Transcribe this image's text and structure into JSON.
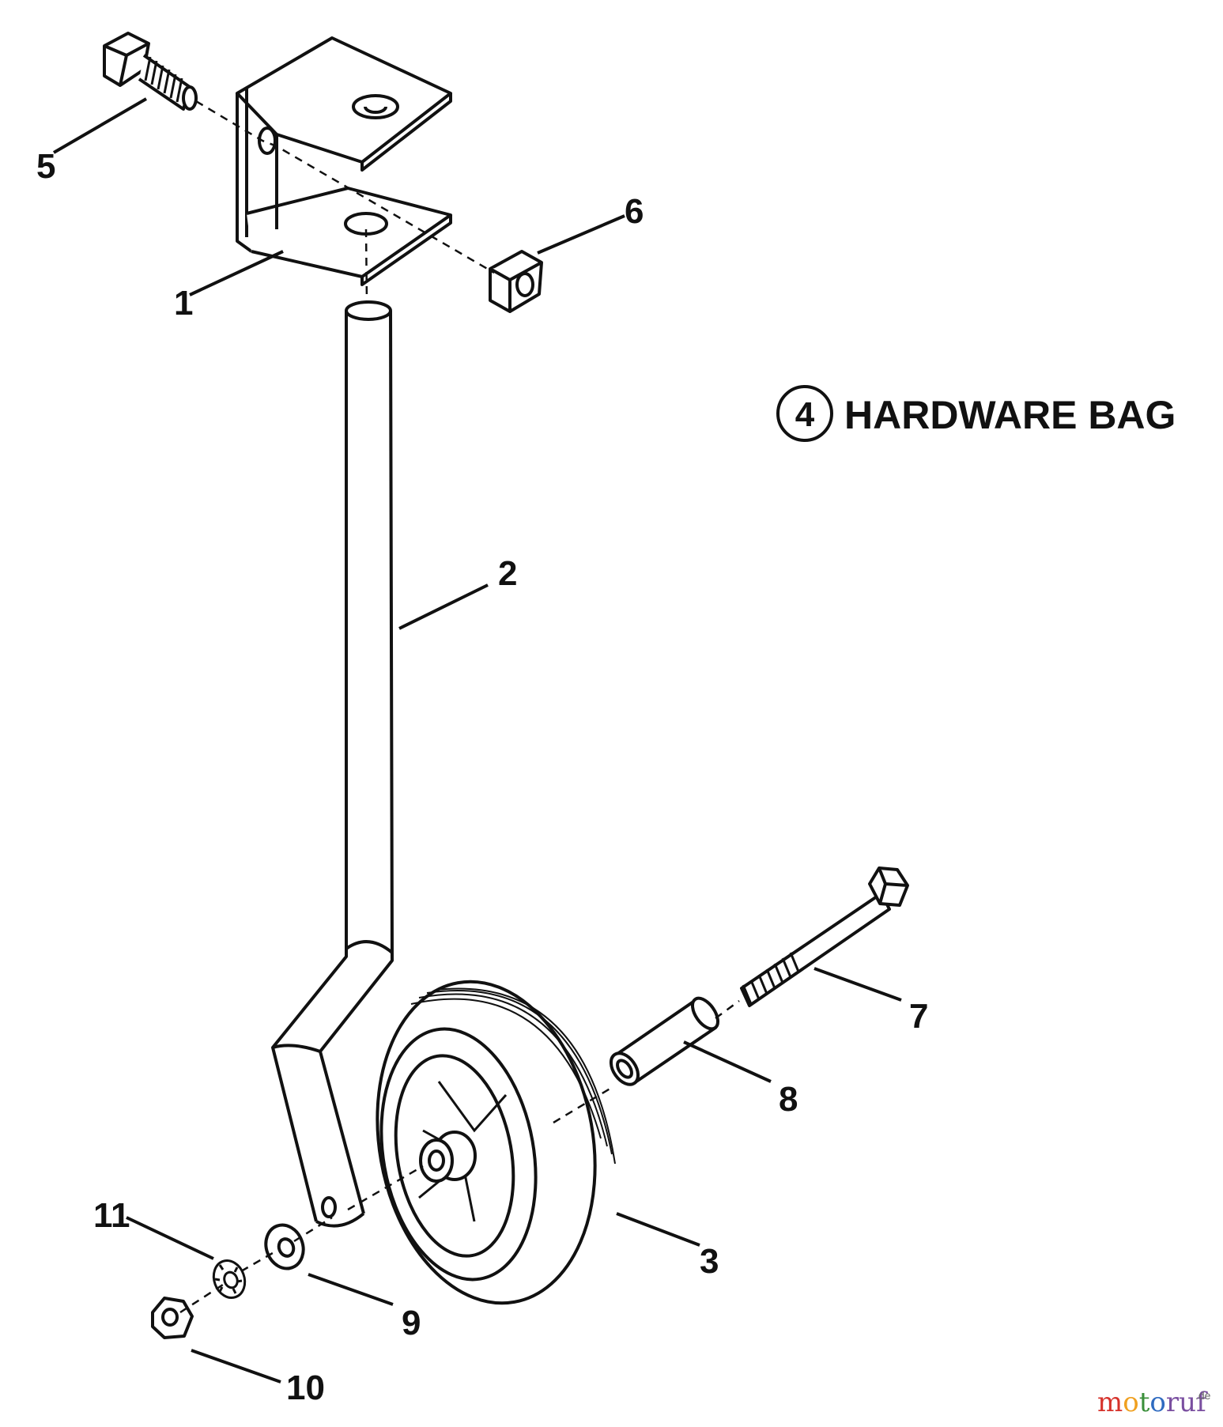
{
  "callouts": [
    {
      "id": "1",
      "text": "1"
    },
    {
      "id": "2",
      "text": "2"
    },
    {
      "id": "3",
      "text": "3"
    },
    {
      "id": "5",
      "text": "5"
    },
    {
      "id": "6",
      "text": "6"
    },
    {
      "id": "7",
      "text": "7"
    },
    {
      "id": "8",
      "text": "8"
    },
    {
      "id": "9",
      "text": "9"
    },
    {
      "id": "10",
      "text": "10"
    },
    {
      "id": "11",
      "text": "11"
    }
  ],
  "legend": {
    "circled_number": "4",
    "label": "HARDWARE BAG"
  },
  "watermark": {
    "brand": "motoruf",
    "suffix": ".de"
  },
  "colors": {
    "ink": "#111111",
    "watermark_m": "#d6322b",
    "watermark_o1": "#f0a020",
    "watermark_t": "#3a8f3a",
    "watermark_o2": "#2f6bc0",
    "watermark_rest": "#7a4fa0"
  }
}
